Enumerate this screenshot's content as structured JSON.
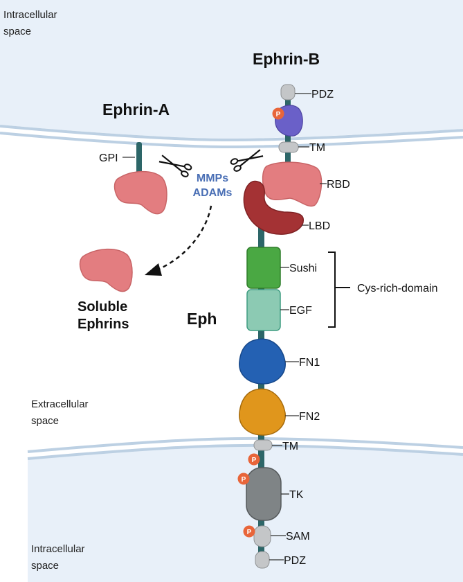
{
  "spaces": {
    "top_line1": "Intracellular",
    "top_line2": "space",
    "mid_line1": "Extracellular",
    "mid_line2": "space",
    "bottom_line1": "Intracellular",
    "bottom_line2": "space"
  },
  "titles": {
    "ephrin_b": "Ephrin-B",
    "ephrin_a": "Ephrin-A",
    "eph": "Eph",
    "soluble_line1": "Soluble",
    "soluble_line2": "Ephrins"
  },
  "enzymes": {
    "line1": "MMPs",
    "line2": "ADAMs",
    "color": "#4a6fb5"
  },
  "labels": {
    "gpi": "GPI",
    "pdz_top": "PDZ",
    "tm_top": "TM",
    "rbd": "RBD",
    "lbd": "LBD",
    "sushi": "Sushi",
    "egf": "EGF",
    "cys_rich": "Cys-rich-domain",
    "fn1": "FN1",
    "fn2": "FN2",
    "tm_bottom": "TM",
    "tk": "TK",
    "sam": "SAM",
    "pdz_bottom": "PDZ",
    "phospho": "P"
  },
  "colors": {
    "cytoplasm": "#e8f0f9",
    "membrane": "#bcd0e3",
    "stalk": "#2d6668",
    "ephrin_domain": "#e37d80",
    "lbd": "#a43234",
    "sushi": "#4aa843",
    "egf": "#8ccab3",
    "fn1": "#2461b3",
    "fn2": "#e0961c",
    "tk": "#7f8486",
    "grey_domain": "#c4c6c8",
    "purple_domain": "#6a60c8",
    "phospho": "#e8653a"
  },
  "icons": [
    "scissors-icon",
    "scissors-icon",
    "dashed-arrow-icon",
    "bracket-icon"
  ]
}
